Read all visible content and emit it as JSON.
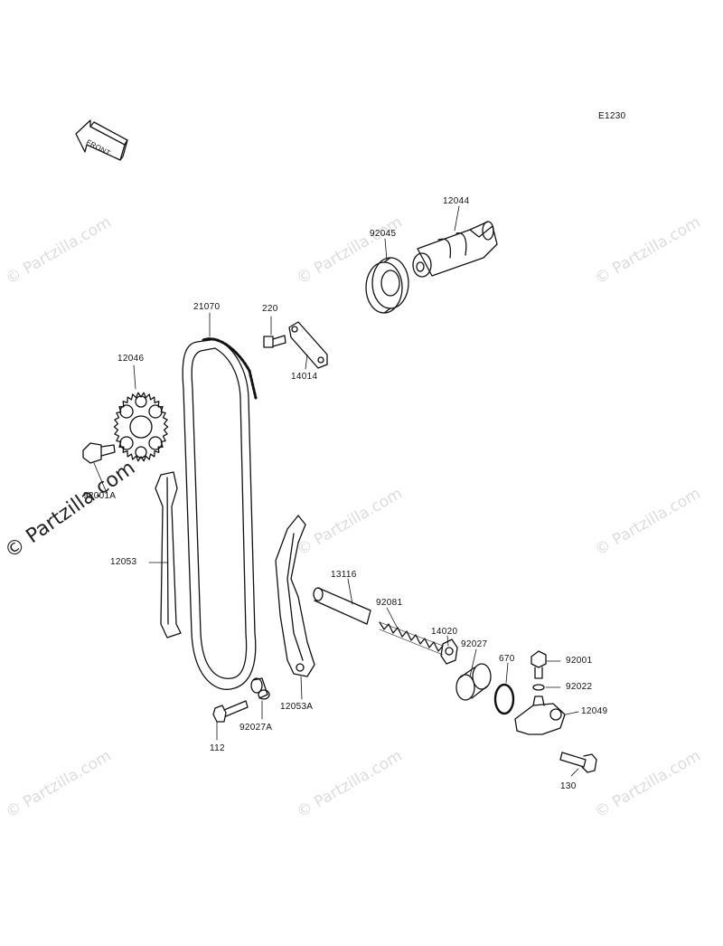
{
  "diagram_code": "E1230",
  "front_label": "FRONT",
  "watermark": "© Partzilla.com",
  "parts": {
    "p12044": "12044",
    "p92045": "92045",
    "p21070": "21070",
    "p220": "220",
    "p14014": "14014",
    "p12046": "12046",
    "p92001A": "92001A",
    "p12053": "12053",
    "p13116": "13116",
    "p92081": "92081",
    "p14020": "14020",
    "p92027": "92027",
    "p670": "670",
    "p92001": "92001",
    "p92022": "92022",
    "p12049": "12049",
    "p12053A": "12053A",
    "p92027A": "92027A",
    "p112": "112",
    "p130": "130"
  }
}
